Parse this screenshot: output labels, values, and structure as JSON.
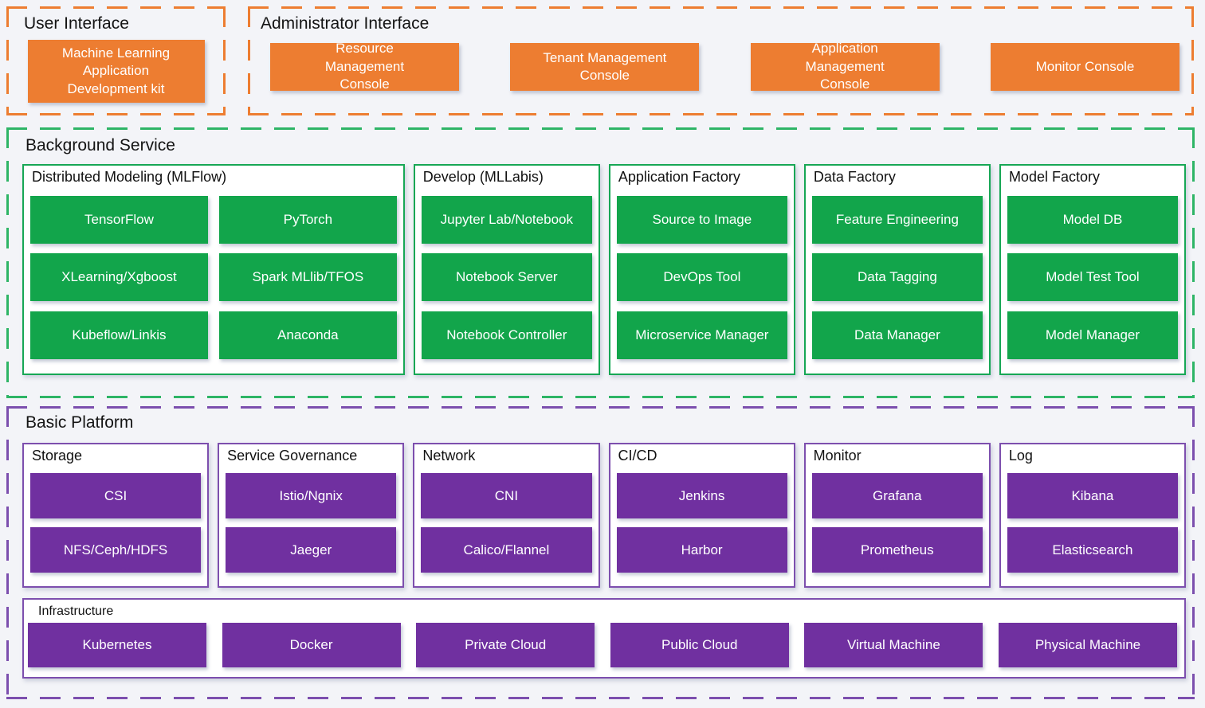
{
  "colors": {
    "interface_accent": "#ED7D31",
    "service_accent": "#12A54B",
    "platform_accent": "#7030A0",
    "column_bg": "#FFFFFF",
    "page_bg": "#F3F4F8"
  },
  "user_interface": {
    "title": "User Interface",
    "dev_kit": "Machine Learning Application Development kit"
  },
  "admin_interface": {
    "title": "Administrator Interface",
    "consoles": [
      "Resource Management Console",
      "Tenant Management Console",
      "Application Management Console",
      "Monitor Console"
    ]
  },
  "background_service": {
    "title": "Background Service",
    "columns": [
      {
        "title": "Distributed Modeling (MLFlow)",
        "items": [
          "TensorFlow",
          "PyTorch",
          "XLearning/Xgboost",
          "Spark MLlib/TFOS",
          "Kubeflow/Linkis",
          "Anaconda"
        ]
      },
      {
        "title": "Develop (MLLabis)",
        "items": [
          "Jupyter Lab/Notebook",
          "Notebook Server",
          "Notebook Controller"
        ]
      },
      {
        "title": "Application Factory",
        "items": [
          "Source to Image",
          "DevOps Tool",
          "Microservice Manager"
        ]
      },
      {
        "title": "Data Factory",
        "items": [
          "Feature Engineering",
          "Data Tagging",
          "Data Manager"
        ]
      },
      {
        "title": "Model Factory",
        "items": [
          "Model DB",
          "Model Test Tool",
          "Model Manager"
        ]
      }
    ]
  },
  "basic_platform": {
    "title": "Basic Platform",
    "columns": [
      {
        "title": "Storage",
        "items": [
          "CSI",
          "NFS/Ceph/HDFS"
        ]
      },
      {
        "title": "Service Governance",
        "items": [
          "Istio/Ngnix",
          "Jaeger"
        ]
      },
      {
        "title": "Network",
        "items": [
          "CNI",
          "Calico/Flannel"
        ]
      },
      {
        "title": "CI/CD",
        "items": [
          "Jenkins",
          "Harbor"
        ]
      },
      {
        "title": "Monitor",
        "items": [
          "Grafana",
          "Prometheus"
        ]
      },
      {
        "title": "Log",
        "items": [
          "Kibana",
          "Elasticsearch"
        ]
      }
    ],
    "infrastructure": {
      "title": "Infrastructure",
      "items": [
        "Kubernetes",
        "Docker",
        "Private Cloud",
        "Public Cloud",
        "Virtual Machine",
        "Physical Machine"
      ]
    }
  }
}
